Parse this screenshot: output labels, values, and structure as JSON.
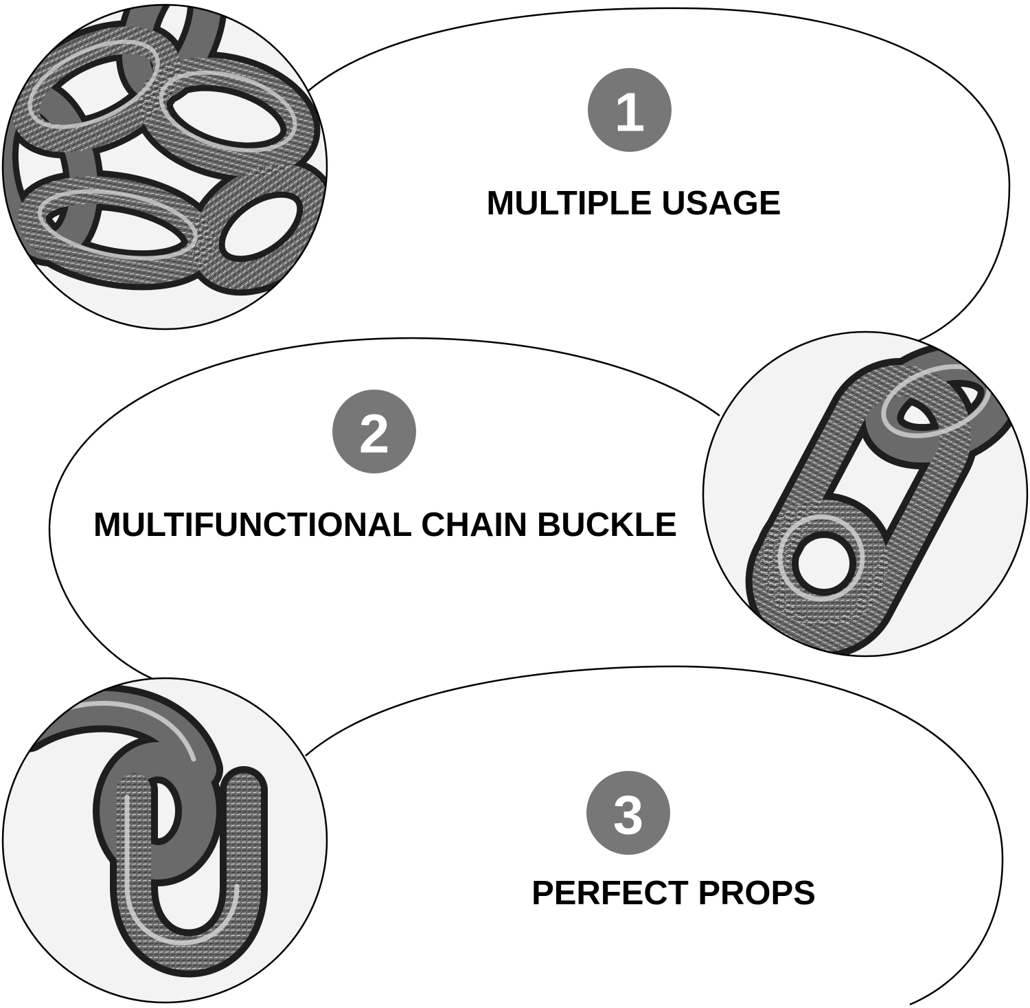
{
  "colors": {
    "background": "#ffffff",
    "outline": "#000000",
    "badge": "#777777",
    "badge_text": "#ffffff",
    "chain_dark": "#1e1e1e",
    "chain_mid": "#5a5a5a",
    "chain_light": "#c8c8c8"
  },
  "features": [
    {
      "number": "1",
      "label": "MULTIPLE USAGE",
      "photo": "chain-links-closeup-photo"
    },
    {
      "number": "2",
      "label": "MULTIFUNCTIONAL CHAIN BUCKLE",
      "photo": "chain-buckle-closeup-photo"
    },
    {
      "number": "3",
      "label": "PERFECT PROPS",
      "photo": "chain-link-u-closeup-photo"
    }
  ]
}
